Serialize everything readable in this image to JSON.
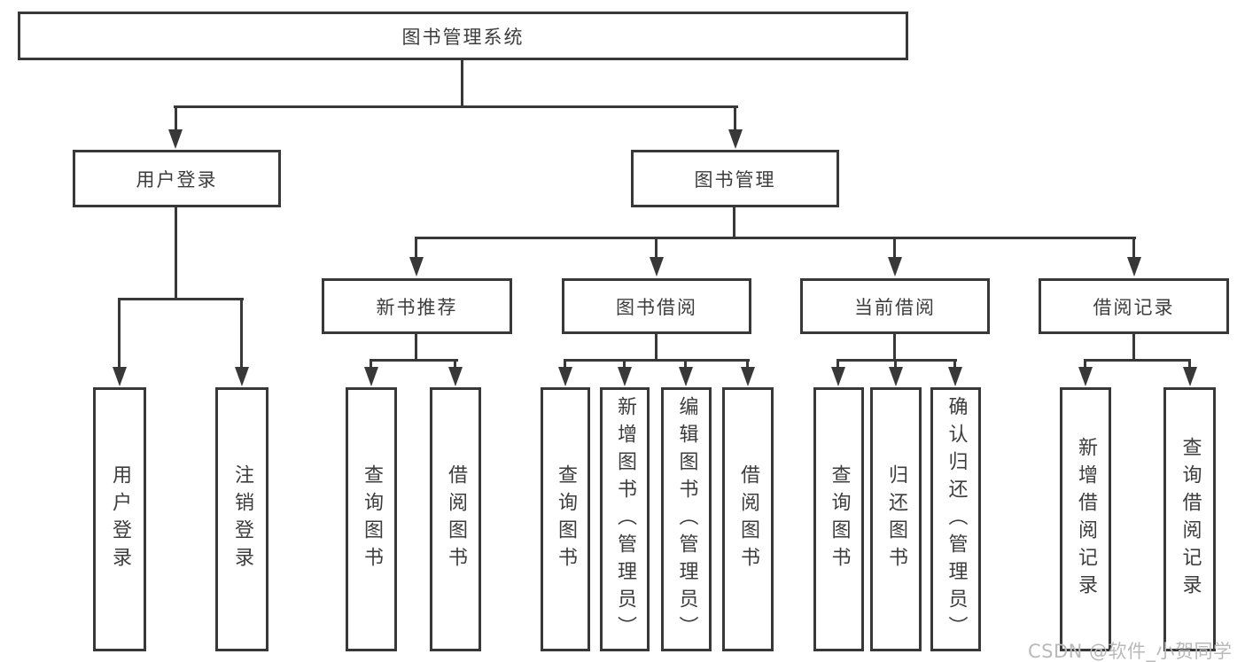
{
  "diagram": {
    "root": {
      "label": "图书管理系统",
      "children": [
        {
          "label": "用户登录",
          "children": [
            {
              "label": "用户登录"
            },
            {
              "label": "注销登录"
            }
          ]
        },
        {
          "label": "图书管理",
          "children": [
            {
              "label": "新书推荐",
              "children": [
                {
                  "label": "查询图书"
                },
                {
                  "label": "借阅图书"
                }
              ]
            },
            {
              "label": "图书借阅",
              "children": [
                {
                  "label": "查询图书"
                },
                {
                  "label": "新增图书（管理员）"
                },
                {
                  "label": "编辑图书（管理员）"
                },
                {
                  "label": "借阅图书"
                }
              ]
            },
            {
              "label": "当前借阅",
              "children": [
                {
                  "label": "查询图书"
                },
                {
                  "label": "归还图书"
                },
                {
                  "label": "确认归还（管理员）"
                }
              ]
            },
            {
              "label": "借阅记录",
              "children": [
                {
                  "label": "新增借阅记录"
                },
                {
                  "label": "查询借阅记录"
                }
              ]
            }
          ]
        }
      ]
    }
  },
  "watermark": {
    "text": "CSDN @软件_小贺同学"
  },
  "colors": {
    "line": "#383838",
    "text": "#3d3d3d",
    "background": "#ffffff",
    "watermark": "#b9b9b9"
  }
}
